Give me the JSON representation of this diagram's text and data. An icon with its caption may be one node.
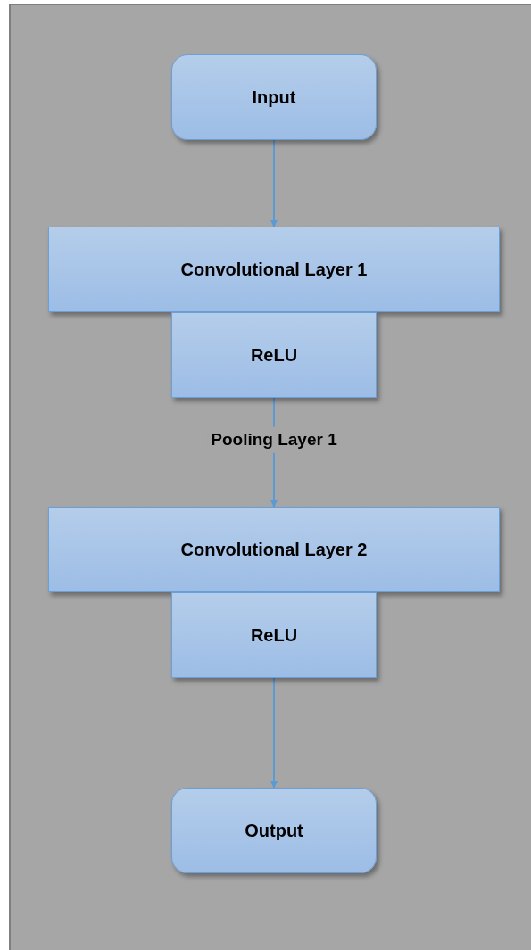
{
  "diagram": {
    "nodes": [
      {
        "text": [
          "Input"
        ]
      },
      {
        "text": [
          "Convolutional Layer 1"
        ]
      },
      {
        "text": [
          "ReLU"
        ]
      },
      {
        "text": [
          "Convolutional Layer 2"
        ]
      },
      {
        "text": [
          "ReLU"
        ]
      },
      {
        "text": [
          "Output"
        ]
      }
    ],
    "edges": [
      {
        "from": 0,
        "to": 1,
        "arrow": "to"
      },
      {
        "from": 2,
        "to": 3,
        "arrow": "to",
        "label": "Pooling Layer 1"
      },
      {
        "from": 4,
        "to": 5,
        "arrow": "to"
      }
    ]
  }
}
